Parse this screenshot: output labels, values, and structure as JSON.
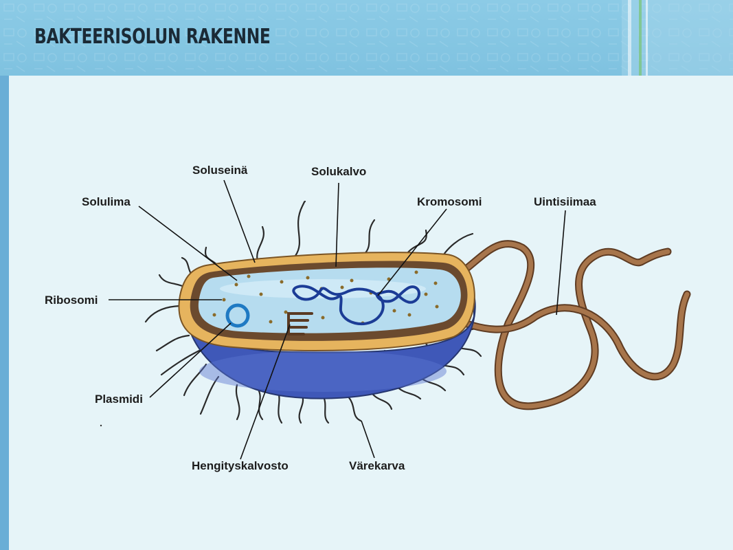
{
  "slide": {
    "title": "BAKTEERISOLUN RAKENNE"
  },
  "labels": {
    "soluseina": "Soluseinä",
    "solukalvo": "Solukalvo",
    "solulima": "Solulima",
    "kromosomi": "Kromosomi",
    "uintisiimaa": "Uintisiimaa",
    "ribosomi": "Ribosomi",
    "plasmidi": "Plasmidi",
    "hengityskalvosto": "Hengityskalvosto",
    "varekarva": "Värekarva"
  },
  "colors": {
    "header": "#82c4e1",
    "background": "#e6f4f8",
    "cell_wall": "#e6b45e",
    "cell_body": "#3f58b8",
    "cytoplasm": "#b6dcef",
    "membrane": "#6b4a2e",
    "chromosome": "#1b3c96",
    "plasmid": "#1f7ac3",
    "flagellum": "#a7754b",
    "pili": "#2a2a2a"
  }
}
